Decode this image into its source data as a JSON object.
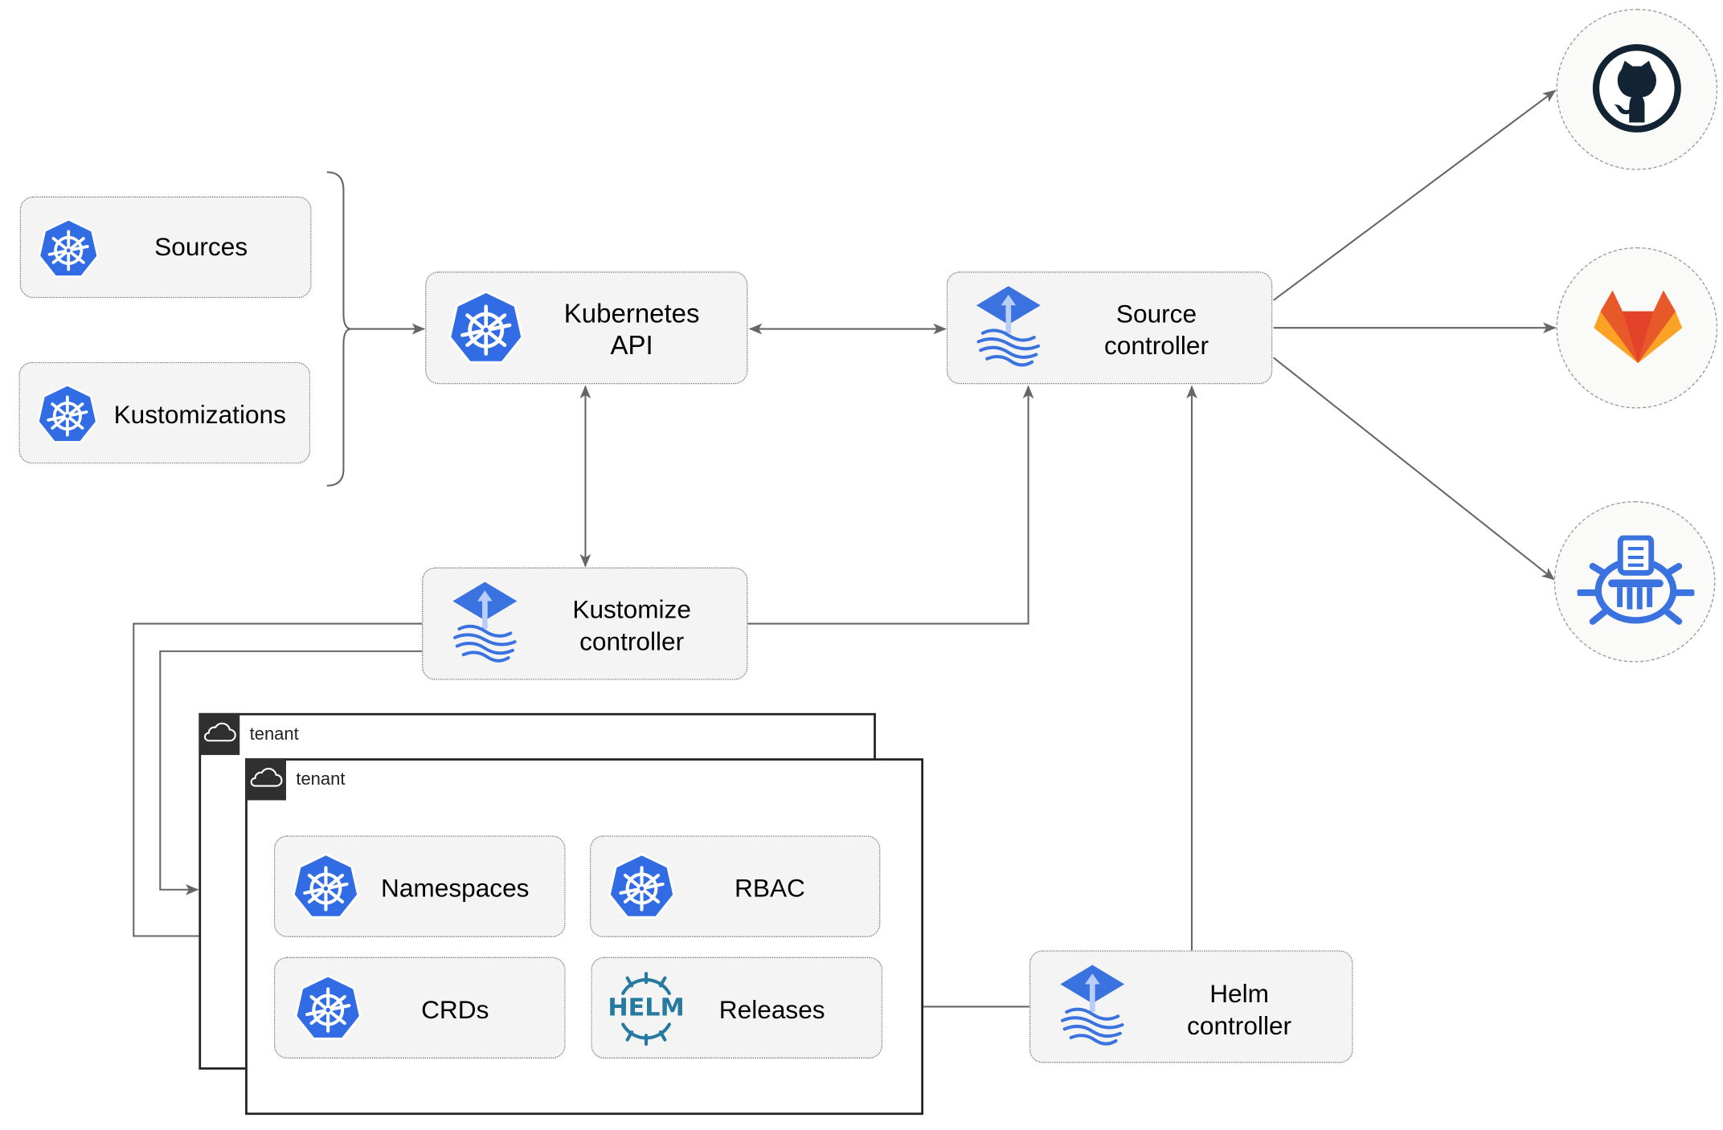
{
  "nodes": {
    "sources": "Sources",
    "kustomizations": "Kustomizations",
    "kubernetes_api": "Kubernetes API",
    "source_controller": "Source\ncontroller",
    "kustomize_controller": "Kustomize\ncontroller",
    "helm_controller": "Helm\ncontroller",
    "namespaces": "Namespaces",
    "rbac": "RBAC",
    "crds": "CRDs",
    "releases": "Releases"
  },
  "tenants": [
    {
      "label": "tenant"
    },
    {
      "label": "tenant"
    }
  ],
  "helm_logo_text": "HELM",
  "external_sources": [
    {
      "icon": "github-icon"
    },
    {
      "icon": "gitlab-icon"
    },
    {
      "icon": "helm-repository-icon"
    }
  ],
  "colors": {
    "kubernetes_blue": "#326ce5",
    "flux_blue": "#3a73e0",
    "helm_teal": "#277a9f",
    "github_dark": "#122433",
    "gitlab_orange": "#e8592a",
    "connector": "#666666"
  }
}
